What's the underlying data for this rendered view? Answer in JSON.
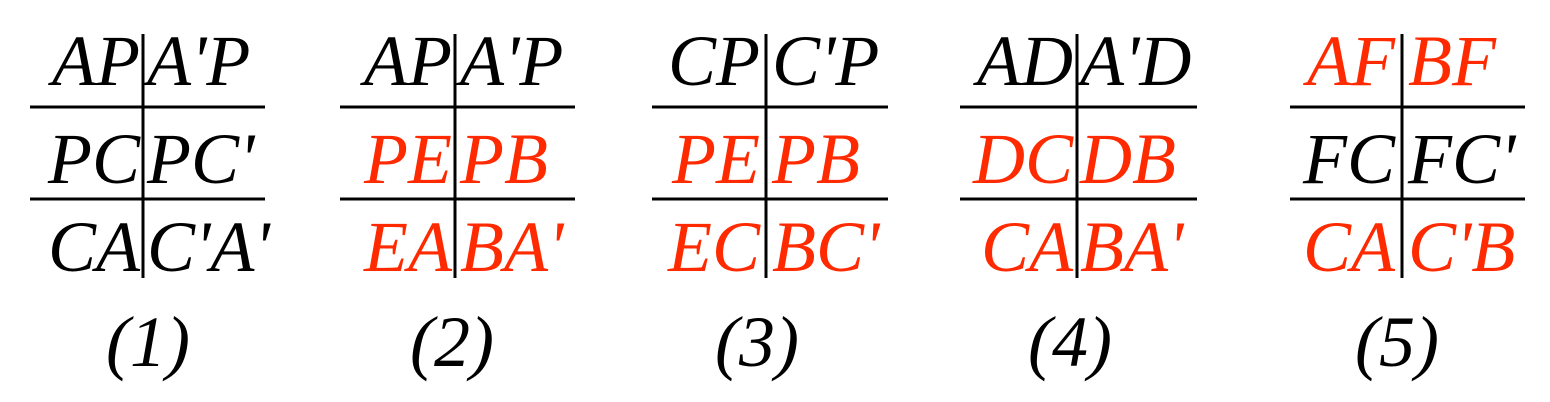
{
  "colors": {
    "black": "#000000",
    "red": "#ff2a00"
  },
  "tables": [
    {
      "caption": "(1)",
      "rows": [
        {
          "left": "AP",
          "right": "A'P",
          "color": "black"
        },
        {
          "left": "PC",
          "right": "PC'",
          "color": "black"
        },
        {
          "left": "CA",
          "right": "C'A'",
          "color": "black"
        }
      ]
    },
    {
      "caption": "(2)",
      "rows": [
        {
          "left": "AP",
          "right": "A'P",
          "color": "black"
        },
        {
          "left": "PE",
          "right": "PB",
          "color": "red"
        },
        {
          "left": "EA",
          "right": "BA'",
          "color": "red"
        }
      ]
    },
    {
      "caption": "(3)",
      "rows": [
        {
          "left": "CP",
          "right": "C'P",
          "color": "black"
        },
        {
          "left": "PE",
          "right": "PB",
          "color": "red"
        },
        {
          "left": "EC",
          "right": "BC'",
          "color": "red"
        }
      ]
    },
    {
      "caption": "(4)",
      "rows": [
        {
          "left": "AD",
          "right": "A'D",
          "color": "black"
        },
        {
          "left": "DC",
          "right": "DB",
          "color": "red"
        },
        {
          "left": "CA",
          "right": "BA'",
          "color": "red"
        }
      ]
    },
    {
      "caption": "(5)",
      "rows": [
        {
          "left": "AF",
          "right": "BF",
          "color": "red"
        },
        {
          "left": "FC",
          "right": "FC'",
          "color": "black"
        },
        {
          "left": "CA",
          "right": "C'B",
          "color": "red"
        }
      ]
    }
  ]
}
